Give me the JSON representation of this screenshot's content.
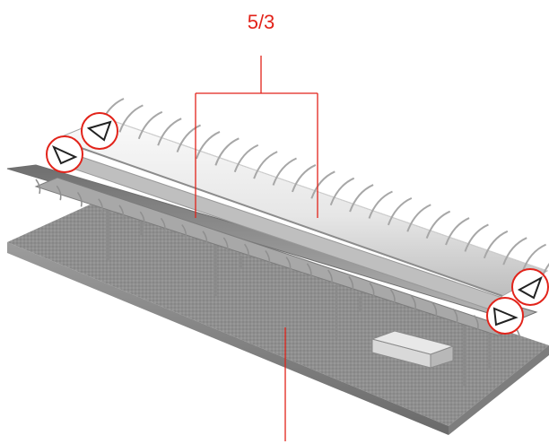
{
  "callouts": {
    "top_label": "5/3"
  },
  "colors": {
    "callout_red": "#e2231a",
    "base_plate": "#8e8e8e",
    "roof_light": "#f2f2f2",
    "roof_shadow": "#cfcfcf",
    "frame_metal": "#9a9a9a"
  },
  "markers": [
    {
      "name": "end-marker-top-left",
      "arrow": "left"
    },
    {
      "name": "end-marker-left",
      "arrow": "right"
    },
    {
      "name": "end-marker-top-right",
      "arrow": "left"
    },
    {
      "name": "end-marker-right",
      "arrow": "right"
    }
  ]
}
